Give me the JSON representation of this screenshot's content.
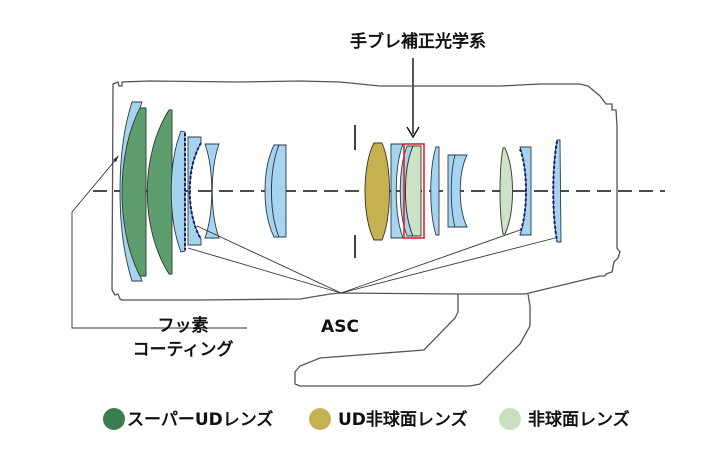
{
  "title": "手ブレ補正光学系",
  "labels": {
    "fluorine_line1": "フッ素",
    "fluorine_line2": "コーティング",
    "asc": "ASC"
  },
  "legend": [
    {
      "label": "スーパーUDレンズ",
      "color": "#3a7d52"
    },
    {
      "label": "UD非球面レンズ",
      "color": "#c7b052"
    },
    {
      "label": "非球面レンズ",
      "color": "#c8dfc2"
    }
  ],
  "colors": {
    "glass": "#a6d4ef",
    "super_ud": "#5e9e6e",
    "ud_aspherical": "#c7b052",
    "aspherical": "#cde2c6",
    "asc_coating": "#1a1f7a",
    "stabilizer_box": "#e0262a"
  }
}
